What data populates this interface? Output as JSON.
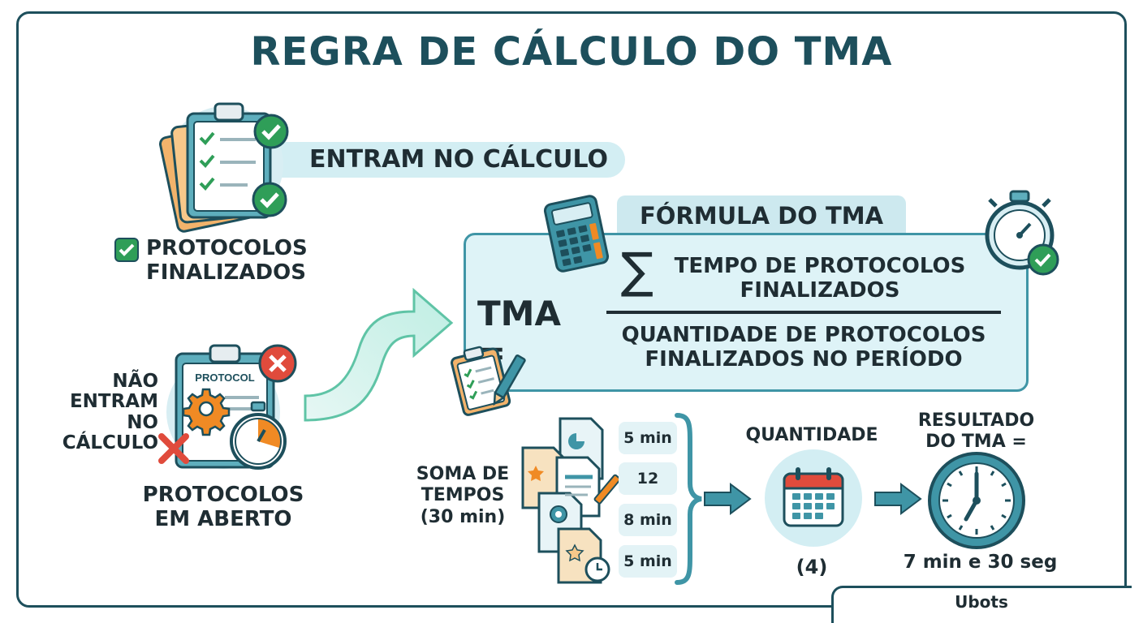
{
  "title": "REGRA DE CÁLCULO DO TMA",
  "included": {
    "badge": "ENTRAM NO CÁLCULO",
    "label_line1": "PROTOCOLOS",
    "label_line2": "FINALIZADOS"
  },
  "excluded": {
    "side_line1": "NÃO",
    "side_line2": "ENTRAM",
    "side_line3": "NO",
    "side_line4": "CÁLCULO",
    "doc_header": "PROTOCOL",
    "label_line1": "PROTOCOLOS",
    "label_line2": "EM ABERTO"
  },
  "formula": {
    "heading": "FÓRMULA DO TMA",
    "lhs": "TMA =",
    "sigma": "∑",
    "numerator_line1": "TEMPO DE PROTOCOLOS",
    "numerator_line2": "FINALIZADOS",
    "denominator_line1": "QUANTIDADE DE PROTOCOLOS",
    "denominator_line2": "FINALIZADOS NO PERÍODO"
  },
  "example": {
    "sum_line1": "SOMA DE",
    "sum_line2": "TEMPOS",
    "sum_line3": "(30 min)",
    "times": [
      "5 min",
      "12 min",
      "8 min",
      "5 min"
    ],
    "quantity_label": "QUANTIDADE",
    "quantity_value": "(4)",
    "result_line1": "RESULTADO",
    "result_line2": "DO TMA =",
    "result_value": "7 min e 30 seg"
  },
  "footer": "Ubots",
  "icons": {
    "included": [
      "clipboard-stack-icon",
      "check-badge-icon",
      "checkbox-icon"
    ],
    "excluded": [
      "protocol-clipboard-icon",
      "gear-icon",
      "stopwatch-icon",
      "x-badge-icon",
      "x-mark-icon"
    ],
    "formula": [
      "calculator-icon",
      "stopwatch-check-icon",
      "clipboard-pen-icon",
      "curved-arrow-icon"
    ],
    "example": [
      "documents-stack-icon",
      "brace-icon",
      "arrow-right-icon",
      "calendar-icon",
      "clock-icon"
    ]
  },
  "colors": {
    "primary": "#1d4f5c",
    "accent": "#3f95a6",
    "light": "#d3eef3",
    "check": "#2f9e58",
    "cross": "#e04b3c",
    "orange": "#f08a24"
  }
}
